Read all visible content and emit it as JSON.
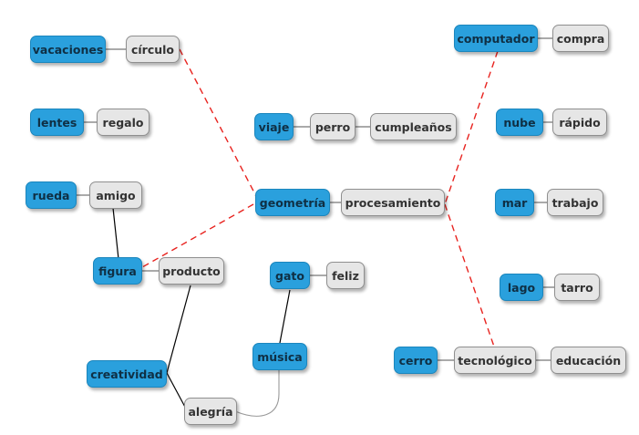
{
  "colors": {
    "blue_node": "#2aa0dd",
    "gray_node": "#e6e6e6",
    "dashed_link": "#e8231f",
    "solid_link": "#000000",
    "curve_link": "#999999"
  },
  "nodes": {
    "vacaciones": "vacaciones",
    "circulo": "círculo",
    "computador": "computador",
    "compra": "compra",
    "lentes": "lentes",
    "regalo": "regalo",
    "viaje": "viaje",
    "perro": "perro",
    "cumpleanos": "cumpleaños",
    "nube": "nube",
    "rapido": "rápido",
    "rueda": "rueda",
    "amigo": "amigo",
    "geometria": "geometría",
    "procesamiento": "procesamiento",
    "mar": "mar",
    "trabajo": "trabajo",
    "figura": "figura",
    "producto": "producto",
    "gato": "gato",
    "feliz": "feliz",
    "lago": "lago",
    "tarro": "tarro",
    "musica": "música",
    "cerro": "cerro",
    "tecnologico": "tecnológico",
    "educacion": "educación",
    "creatividad": "creatividad",
    "alegria": "alegría"
  }
}
